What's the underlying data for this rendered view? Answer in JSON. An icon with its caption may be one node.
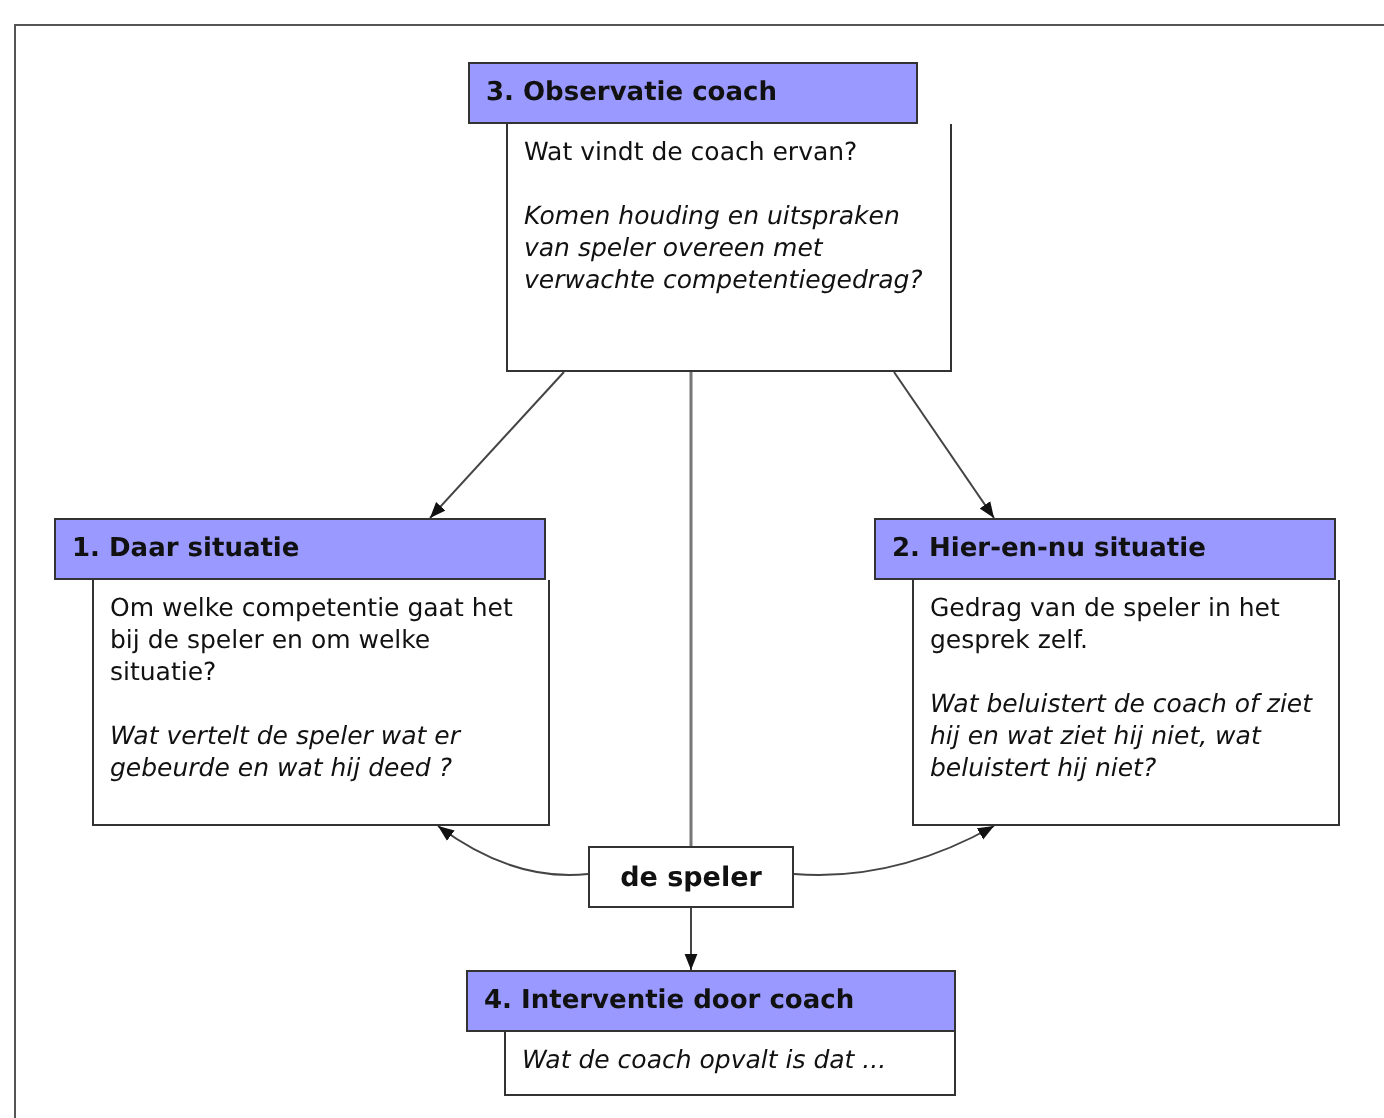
{
  "diagram": {
    "nodes": [
      {
        "text": [
          "3. Observatie coach",
          "Wat vindt de coach ervan?",
          "Komen houding en uitspraken van speler overeen met verwachte competentiegedrag?"
        ]
      },
      {
        "text": [
          "1. Daar situatie",
          "Om welke competentie gaat het bij de speler en om welke situatie?",
          "Wat vertelt de speler wat er gebeurde en wat hij deed ?"
        ]
      },
      {
        "text": [
          "2. Hier-en-nu situatie",
          "Gedrag van de speler in het gesprek zelf.",
          "Wat beluistert de coach of ziet hij en wat ziet hij niet, wat beluistert hij niet?"
        ]
      },
      {
        "text": [
          "de speler"
        ]
      },
      {
        "text": [
          "4. Interventie door coach",
          "Wat de coach opvalt is dat ..."
        ]
      }
    ],
    "edges": [
      {
        "from": 0,
        "to": 1,
        "arrow": "to"
      },
      {
        "from": 0,
        "to": 2,
        "arrow": "to"
      },
      {
        "from": 0,
        "to": 3,
        "arrow": "none"
      },
      {
        "from": 3,
        "to": 4,
        "arrow": "to"
      },
      {
        "from": 3,
        "to": 1,
        "arrow": "to"
      },
      {
        "from": 3,
        "to": 2,
        "arrow": "to"
      }
    ]
  }
}
